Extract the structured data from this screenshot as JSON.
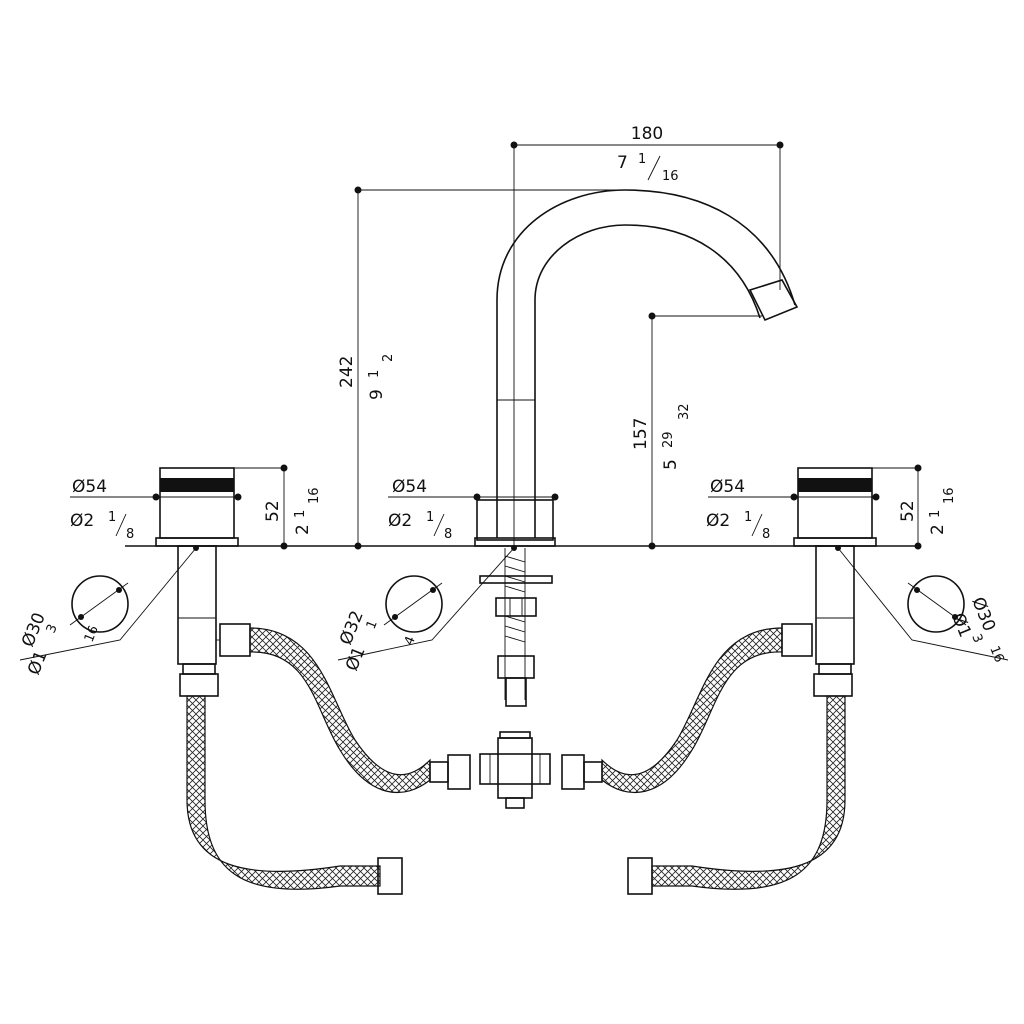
{
  "dims": {
    "spout_reach_mm": "180",
    "spout_reach_in_whole": "7",
    "spout_reach_in_num": "1",
    "spout_reach_in_den": "16",
    "height_mm": "242",
    "height_in_whole": "9",
    "height_in_num": "1",
    "height_in_den": "2",
    "outlet_height_mm": "157",
    "outlet_height_in_whole": "5",
    "outlet_height_in_num": "29",
    "outlet_height_in_den": "32",
    "handle_height_mm": "52",
    "handle_height_in_whole": "2",
    "handle_height_in_num": "1",
    "handle_height_in_den": "16",
    "base_dia_mm": "Ø54",
    "base_dia_in_whole": "Ø2",
    "base_dia_in_num": "1",
    "base_dia_in_den": "8",
    "hole_side_mm": "Ø30",
    "hole_side_in_whole": "Ø1",
    "hole_side_in_num": "3",
    "hole_side_in_den": "16",
    "hole_center_mm": "Ø32",
    "hole_center_in_whole": "Ø1",
    "hole_center_in_num": "1",
    "hole_center_in_den": "4"
  }
}
